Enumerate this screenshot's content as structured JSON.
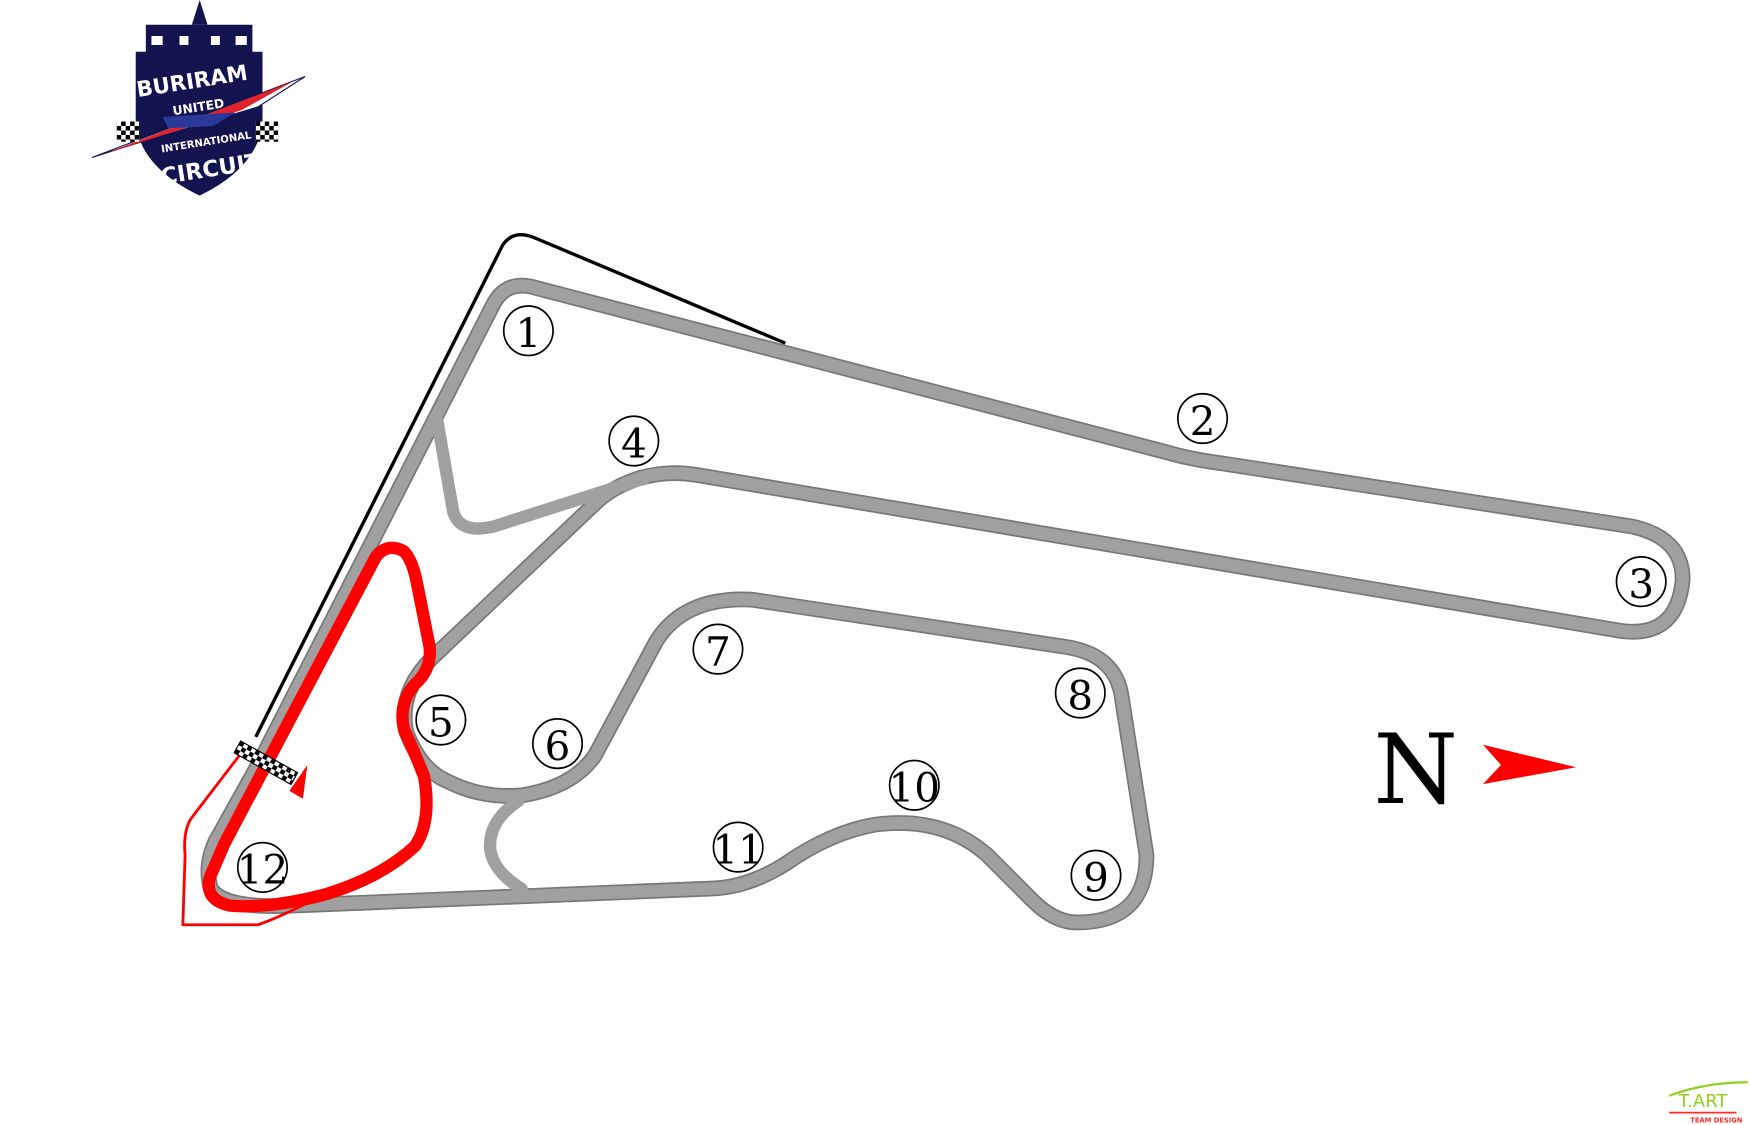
{
  "logo": {
    "line1": "BURIRAM",
    "line2": "UNITED",
    "line3": "INTERNATIONAL",
    "line4": "CIRCUIT",
    "colors": {
      "navy": "#12134f",
      "red": "#e4202a",
      "blue": "#2b3a9a"
    }
  },
  "track": {
    "colors": {
      "main": "#9e9e9e",
      "highlight": "#ff0000",
      "pitlane": "#000000"
    },
    "corners": [
      "1",
      "2",
      "3",
      "4",
      "5",
      "6",
      "7",
      "8",
      "9",
      "10",
      "11",
      "12"
    ],
    "start_finish_icon": "checkered-flag-icon",
    "direction_icon": "red-triangle-arrow-icon"
  },
  "compass": {
    "label": "N",
    "icon": "north-arrow-icon",
    "color": "#ff0000"
  },
  "credit": {
    "brand": "T.ART",
    "sub": "TEAM DESIGN",
    "colors": {
      "brand": "#8fd11d",
      "sub": "#ff2a2a"
    }
  }
}
